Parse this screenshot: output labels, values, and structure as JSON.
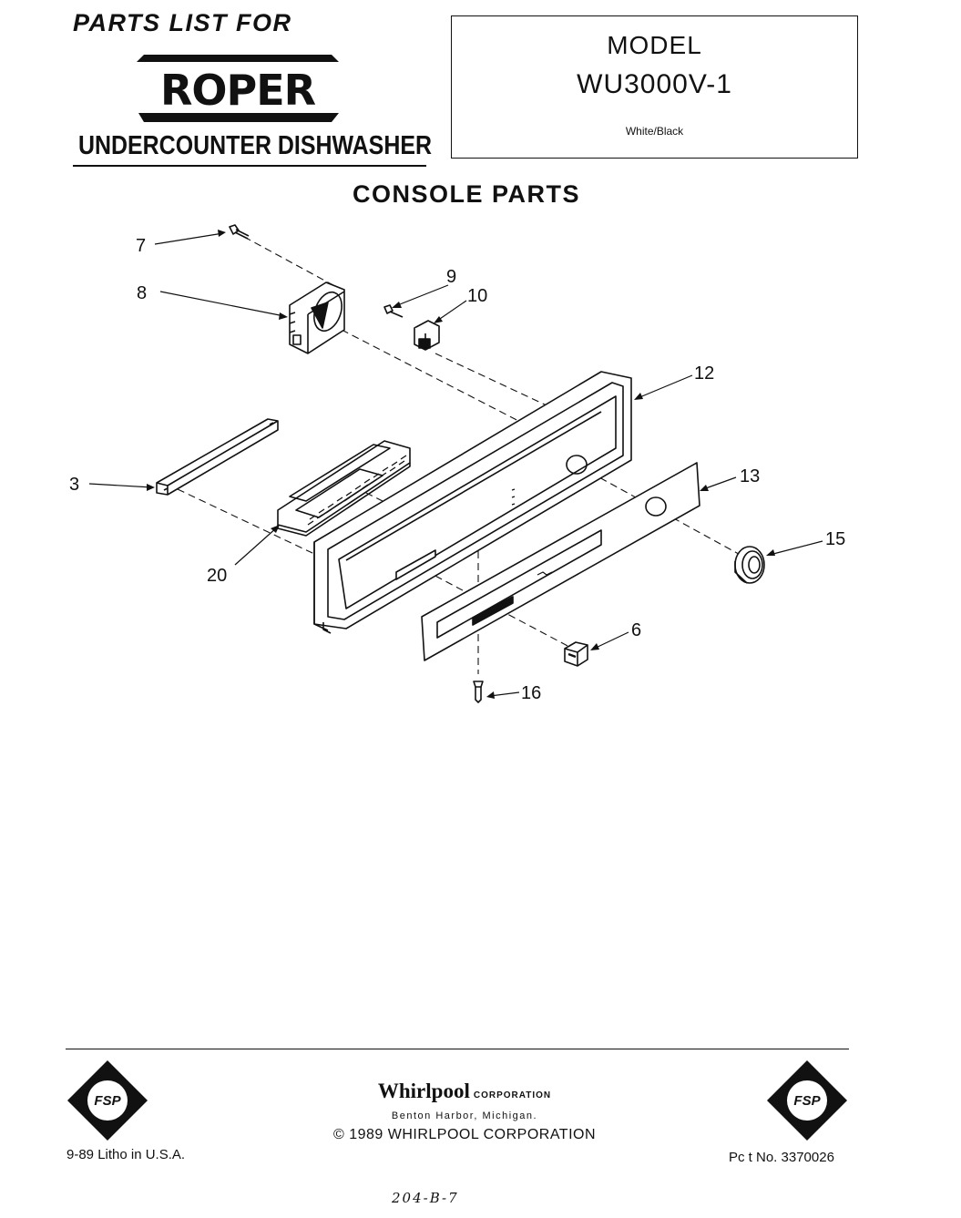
{
  "header": {
    "parts_list_heading": "PARTS LIST FOR",
    "brand": "ROPER",
    "product_type": "UNDERCOUNTER DISHWASHER"
  },
  "model_box": {
    "label": "MODEL",
    "number": "WU3000V-1",
    "color": "White/Black"
  },
  "section_title": "CONSOLE PARTS",
  "callouts": [
    "7",
    "8",
    "9",
    "10",
    "12",
    "13",
    "3",
    "20",
    "15",
    "6",
    "16"
  ],
  "footer": {
    "company_name": "Whirlpool",
    "company_suffix": "CORPORATION",
    "location": "Benton Harbor, Michigan.",
    "copyright": "© 1989 WHIRLPOOL CORPORATION",
    "litho": "9-89 Litho in U.S.A.",
    "part_number": "Pc t No. 3370026",
    "handwritten": "204-B-7",
    "fsp_logo_text": "FSP"
  },
  "colors": {
    "ink": "#111111",
    "paper": "#ffffff"
  }
}
